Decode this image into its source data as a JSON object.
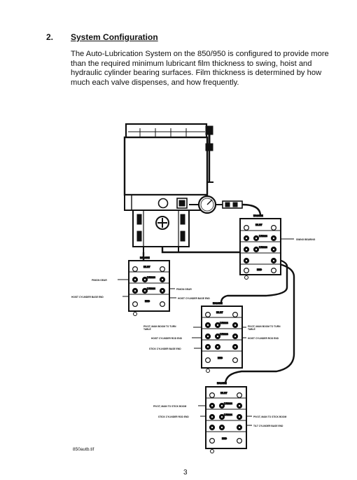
{
  "section": {
    "number": "2.",
    "title": "System Configuration",
    "paragraph": "The Auto-Lubrication System on the 850/950 is configured to provide more than the required minimum lubricant film thickness to swing,  hoist and hydraulic cylinder bearing surfaces.  Film thickness is determined by how much each valve dispenses,  and how frequently."
  },
  "diagram": {
    "valve_labels": {
      "inlet": "INLET",
      "end": "END",
      "lv25": "LV2S24",
      "lv2": "LV2S24"
    },
    "header_labels": {
      "top_right": "HA1GRE",
      "left": "HA1GRE",
      "middle": "HA1GRE",
      "bottom": "HA1GRE"
    },
    "callouts": {
      "swing_bearing": "SWING BEARING",
      "pinion_gear_left": "PINION GEAR",
      "pinion_gear_right": "PINION GEAR",
      "hoist_cyl_base_left": "HOIST CYLINDER BASE END",
      "hoist_cyl_base_right": "HOIST CYLINDER BASE END",
      "pivot_main_boom_turn_left_1": "PIVOT, MAIN BOOM TO TURN",
      "pivot_main_boom_turn_left_2": "TABLE",
      "pivot_main_boom_turn_right_1": "PIVOT, MAIN BOOM TO TURN",
      "pivot_main_boom_turn_right_2": "TABLE",
      "hoist_cyl_rod_left": "HOIST CYLINDER ROD END",
      "hoist_cyl_rod_right": "HOIST CYLINDER ROD END",
      "stick_cyl_base": "STICK CYLINDER BASE END",
      "pivot_main_stick_left": "PIVOT, MAIN TO STICK BOOM",
      "stick_cyl_rod": "STICK CYLINDER ROD END",
      "pivot_main_stick_right": "PIVOT, MAIN TO STICK BOOM",
      "tilt_cyl_base": "TILT CYLINDER BASE END"
    }
  },
  "footer": {
    "file_name": "850autb.tif",
    "page_number": "3"
  }
}
